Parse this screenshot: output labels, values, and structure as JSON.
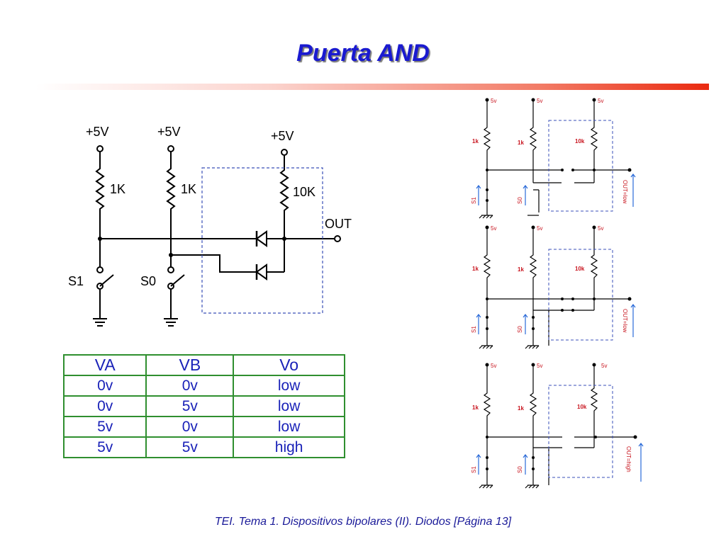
{
  "slide": {
    "title": "Puerta AND",
    "footer": "TEI. Tema 1. Dispositivos bipolares (II). Diodos [Página 13]"
  },
  "main_circuit": {
    "supply_labels": [
      "+5V",
      "+5V",
      "+5V"
    ],
    "resistor_labels": [
      "1K",
      "1K",
      "10K"
    ],
    "switch_labels": [
      "S1",
      "S0"
    ],
    "output_label": "OUT"
  },
  "truth_table": {
    "headers": [
      "VA",
      "VB",
      "Vo"
    ],
    "rows": [
      [
        "0v",
        "0v",
        "low"
      ],
      [
        "0v",
        "5v",
        "low"
      ],
      [
        "5v",
        "0v",
        "low"
      ],
      [
        "5v",
        "5v",
        "high"
      ]
    ]
  },
  "sim_panels": [
    {
      "supply": [
        "5v",
        "5v",
        "5v"
      ],
      "resistors": [
        "1k",
        "1k",
        "10k"
      ],
      "switches": [
        "S1",
        "S0"
      ],
      "output": "OUT=low"
    },
    {
      "supply": [
        "5v",
        "5v",
        "5v"
      ],
      "resistors": [
        "1k",
        "1k",
        "10k"
      ],
      "switches": [
        "S1",
        "S0"
      ],
      "output": "OUT=low"
    },
    {
      "supply": [
        "5v",
        "5v",
        "5v"
      ],
      "resistors": [
        "1k",
        "1k",
        "10k"
      ],
      "switches": [
        "S1",
        "S0"
      ],
      "output": "OUT=high"
    }
  ],
  "colors": {
    "title": "#1a1ad0",
    "footer": "#1a1a99",
    "table_border": "#2f8f2f",
    "table_text": "#1a22b8",
    "dashed_box": "#3a4fb8",
    "sim_labels": "#c8141e",
    "sim_arrows": "#2a6ad8"
  }
}
